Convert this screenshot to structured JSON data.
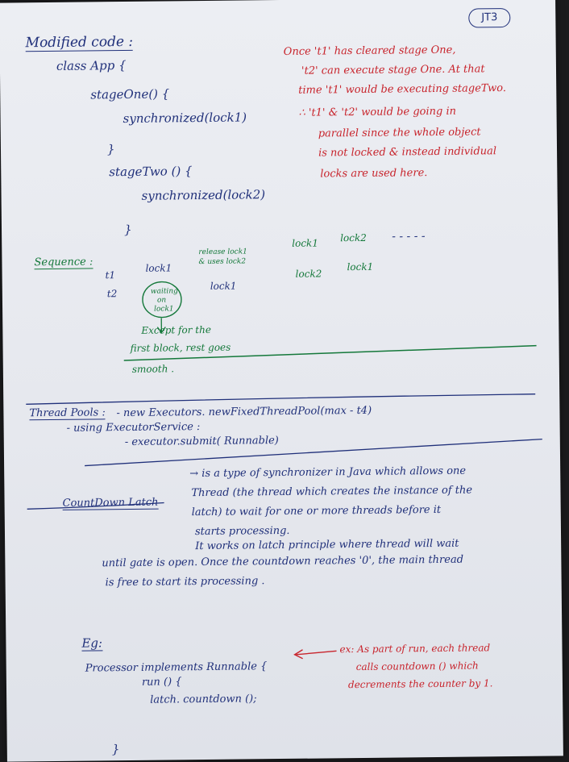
{
  "page_id": "JT3",
  "modified_code": {
    "heading": "Modified code :",
    "lines": [
      "class App {",
      "stageOne() {",
      "synchronized(lock1)",
      "}",
      "stageTwo () {",
      "synchronized(lock2)",
      "}"
    ]
  },
  "note_red_1": [
    "Once 't1' has cleared stage One,",
    "'t2' can execute stage One. At that",
    "time 't1' would be executing stageTwo.",
    "∴ 't1' & 't2' would be going in",
    "parallel since the whole object",
    "is not locked & instead individual",
    "locks are used here."
  ],
  "sequence": {
    "label": "Sequence :",
    "t1": "t1",
    "t2": "t2",
    "t1_lock": "lock1",
    "release": "release lock1",
    "release2": "& uses lock2",
    "waiting": [
      "waiting",
      "on",
      "lock1"
    ],
    "t2_lock": "lock1",
    "c1": "lock1",
    "c2": "lock2",
    "c3": "lock2",
    "c4": "lock1",
    "dashes": "- - - - -",
    "note": [
      "Except for the",
      "first block, rest goes",
      "smooth ."
    ]
  },
  "thread_pools": {
    "heading": "Thread Pools :",
    "l1": "- using ExecutorService :",
    "l2": "- new Executors. newFixedThreadPool(max - t4)",
    "l3": "- executor.submit( Runnable)"
  },
  "countdown": {
    "heading": "CountDown Latch",
    "lines": [
      "→ is a type of synchronizer in Java which allows one",
      "Thread (the thread which creates the instance of the",
      "latch) to wait for one or more threads before it",
      "starts processing.",
      "It works on latch principle where thread will wait",
      "until gate is open. Once the countdown reaches '0', the main thread",
      "is free to start its processing ."
    ]
  },
  "example": {
    "label": "Eg:",
    "l1": "Processor implements Runnable {",
    "l2": "run () {",
    "l3": "latch. countdown ();",
    "close": "}",
    "arrow": "←",
    "note": [
      "ex: As part of run, each thread",
      "calls countdown () which",
      "decrements the counter by 1."
    ]
  },
  "colors": {
    "blue_ink": "#20307a",
    "red_ink": "#c8242c",
    "green_ink": "#14783a",
    "paper": "#e8eaf0"
  }
}
